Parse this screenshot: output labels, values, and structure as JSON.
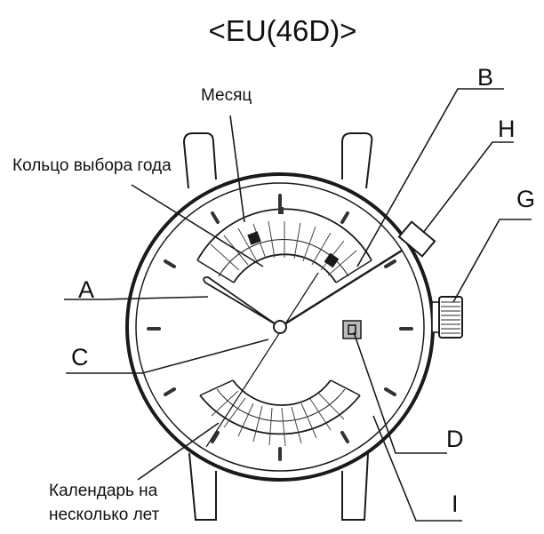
{
  "title": "<EU(46D)>",
  "callouts": {
    "a": "A",
    "b": "B",
    "c": "C",
    "d": "D",
    "g": "G",
    "h": "H",
    "i": "I"
  },
  "labels": {
    "month": "Месяц",
    "year_ring": "Кольцо выбора года",
    "calendar_line1": "Календарь на",
    "calendar_line2": "несколько лет"
  }
}
